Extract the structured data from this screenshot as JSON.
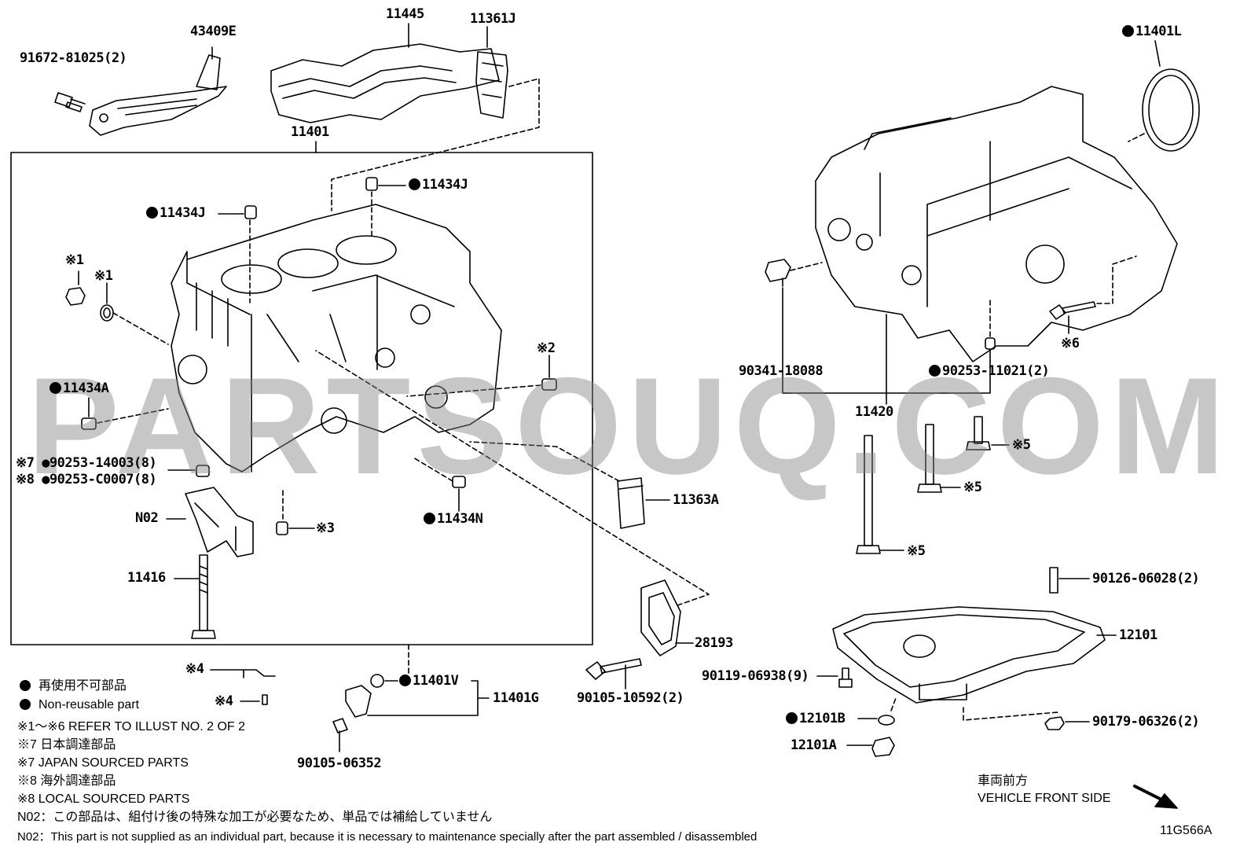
{
  "watermark": "PARTSOUQ.COM",
  "diagram_code": "11G566A",
  "parts": {
    "p43409e": "43409E",
    "p91672": "91672-81025(2)",
    "p11445": "11445",
    "p11361j": "11361J",
    "p11401": "11401",
    "p11434j_top": "11434J",
    "p11434j_left": "11434J",
    "mark1a": "※1",
    "mark1b": "※1",
    "mark2": "※2",
    "p11434a": "11434A",
    "p90253_14003": "※7 ●90253-14003(8)",
    "p90253_c0007": "※8 ●90253-C0007(8)",
    "n02": "N02",
    "mark3": "※3",
    "p11434n": "11434N",
    "p11363a": "11363A",
    "p11416": "11416",
    "p28193": "28193",
    "mark4a": "※4",
    "mark4b": "※4",
    "p11401v": "11401V",
    "p11401g": "11401G",
    "p90105_06352": "90105-06352",
    "p90105_10592": "90105-10592(2)",
    "p11401l": "11401L",
    "p90341": "90341-18088",
    "p90253_11021": "90253-11021(2)",
    "mark6": "※6",
    "p11420": "11420",
    "mark5a": "※5",
    "mark5b": "※5",
    "mark5c": "※5",
    "p90126": "90126-06028(2)",
    "p12101": "12101",
    "p90119": "90119-06938(9)",
    "p12101b": "12101B",
    "p90179": "90179-06326(2)",
    "p12101a": "12101A"
  },
  "legend": {
    "non_reusable_jp": "再使用不可部品",
    "non_reusable_en": "Non-reusable part",
    "refer": "※1～※6  REFER TO ILLUST NO. 2 OF 2",
    "japan_jp": "※7 日本調達部品",
    "japan_en": "※7 JAPAN SOURCED PARTS",
    "local_jp": "※8 海外調達部品",
    "local_en": "※8 LOCAL SOURCED PARTS",
    "n02_jp": "N02：この部品は、組付け後の特殊な加工が必要なため、単品では補給していません",
    "n02_en": "N02：This part is not supplied as an individual part, because it is necessary to maintenance specially after the part assembled / disassembled"
  },
  "direction": {
    "jp": "車両前方",
    "en": "VEHICLE FRONT SIDE"
  }
}
